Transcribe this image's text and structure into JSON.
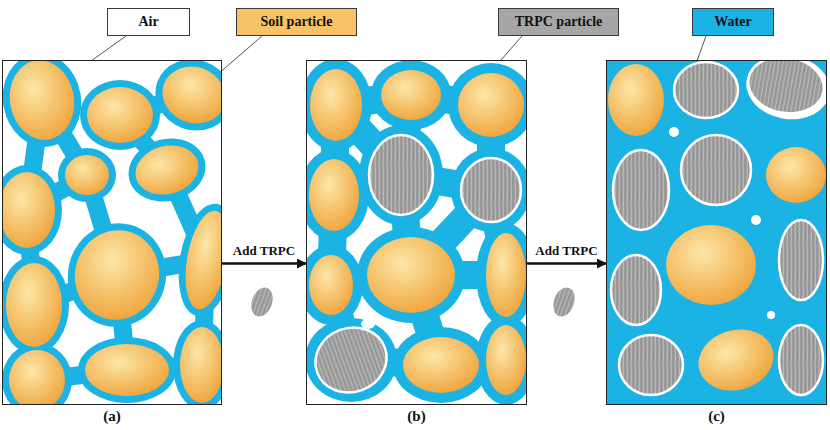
{
  "diagram": {
    "nodes": [
      {
        "text": [
          "Air"
        ]
      },
      {
        "text": [
          "Soil particle"
        ]
      },
      {
        "text": [
          "TRPC particle"
        ]
      },
      {
        "text": [
          "Water"
        ]
      },
      {
        "text": [
          "(a)"
        ]
      },
      {
        "text": [
          "(b)"
        ]
      },
      {
        "text": [
          "(c)"
        ]
      }
    ],
    "edges": [
      {
        "from": 4,
        "to": 5,
        "arrow": "to",
        "label": "Add TRPC"
      },
      {
        "from": 5,
        "to": 6,
        "arrow": "to",
        "label": "Add TRPC"
      }
    ]
  }
}
